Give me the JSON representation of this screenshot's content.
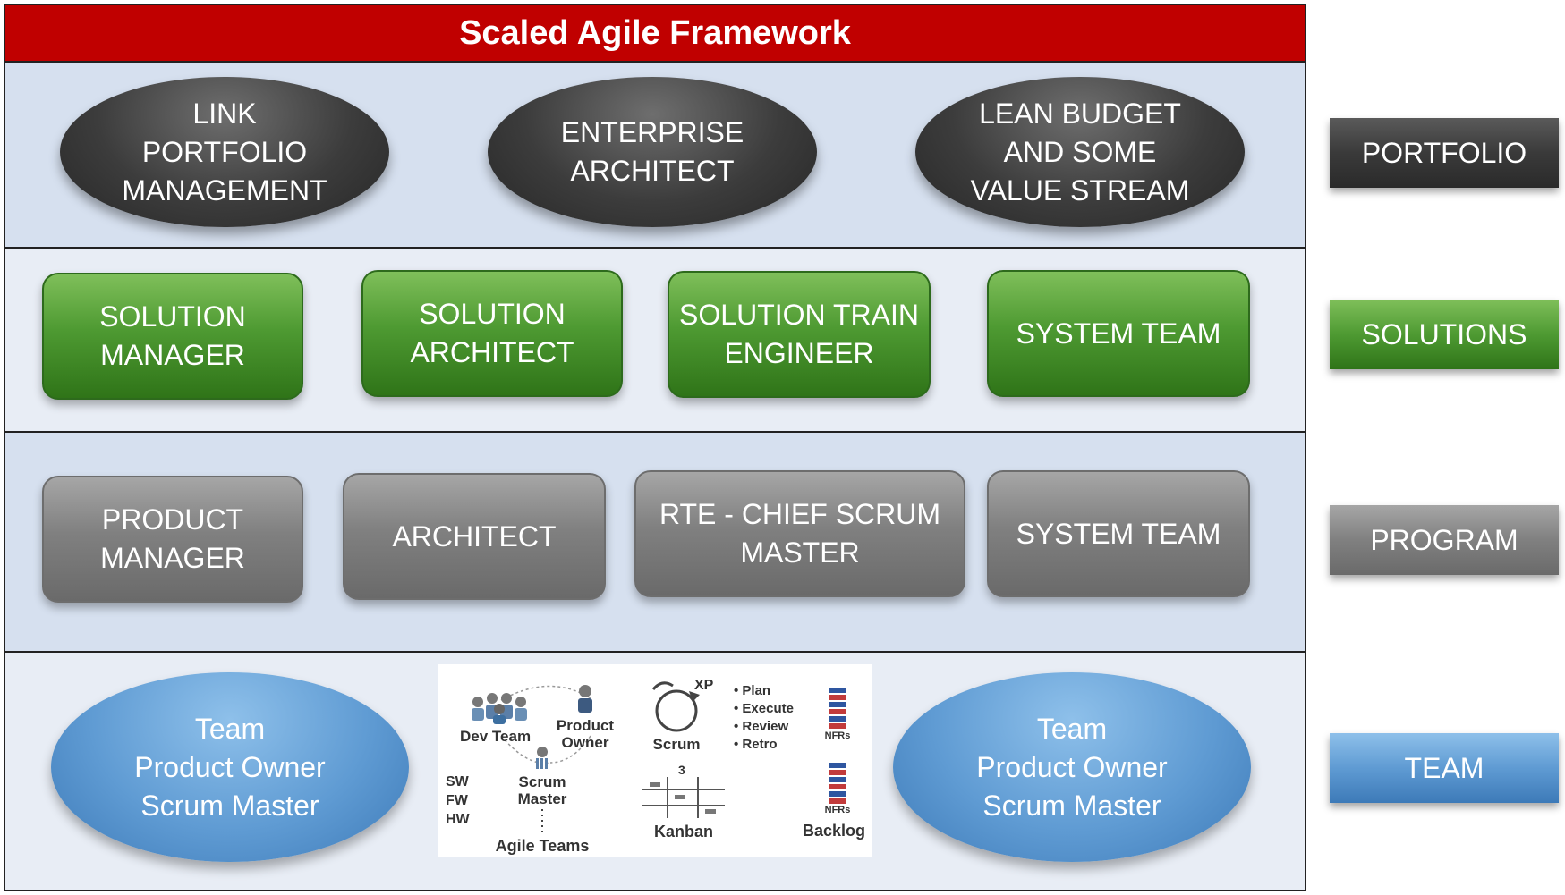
{
  "title": "Scaled Agile Framework",
  "portfolio": [
    {
      "lines": [
        "LINK",
        "PORTFOLIO",
        "MANAGEMENT"
      ]
    },
    {
      "lines": [
        "ENTERPRISE",
        "ARCHITECT"
      ]
    },
    {
      "lines": [
        "LEAN BUDGET",
        "AND SOME",
        "VALUE STREAM"
      ]
    }
  ],
  "solutions": [
    {
      "lines": [
        "SOLUTION",
        "MANAGER"
      ]
    },
    {
      "lines": [
        "SOLUTION",
        "ARCHITECT"
      ]
    },
    {
      "lines": [
        "SOLUTION TRAIN",
        "ENGINEER"
      ]
    },
    {
      "lines": [
        "SYSTEM TEAM"
      ]
    }
  ],
  "program": [
    {
      "lines": [
        "PRODUCT",
        "MANAGER"
      ]
    },
    {
      "lines": [
        "ARCHITECT"
      ]
    },
    {
      "lines": [
        "RTE - CHIEF SCRUM",
        "MASTER"
      ]
    },
    {
      "lines": [
        "SYSTEM TEAM"
      ]
    }
  ],
  "team": [
    {
      "lines": [
        "Team",
        "Product Owner",
        "Scrum Master"
      ]
    },
    {
      "lines": [
        "Team",
        "Product Owner",
        "Scrum Master"
      ]
    }
  ],
  "legend": {
    "portfolio": "PORTFOLIO",
    "solutions": "SOLUTIONS",
    "program": "PROGRAM",
    "team": "TEAM"
  },
  "agile_teams": {
    "dev_team": "Dev Team",
    "product_owner": [
      "Product",
      "Owner"
    ],
    "scrum_master": [
      "Scrum",
      "Master"
    ],
    "layers": [
      "SW",
      "FW",
      "HW"
    ],
    "agile_teams": "Agile Teams",
    "xp": "XP",
    "scrum": "Scrum",
    "steps": [
      "• Plan",
      "• Execute",
      "• Review",
      "• Retro"
    ],
    "nfrs": "NFRs",
    "kanban": "Kanban",
    "kanban_num": "3",
    "backlog": "Backlog"
  },
  "colors": {
    "title_red": "#c00000",
    "portfolio_dark": "#3c3c3c",
    "solutions_green": "#4e9a32",
    "program_gray": "#808080",
    "team_blue": "#5f9bd3"
  }
}
